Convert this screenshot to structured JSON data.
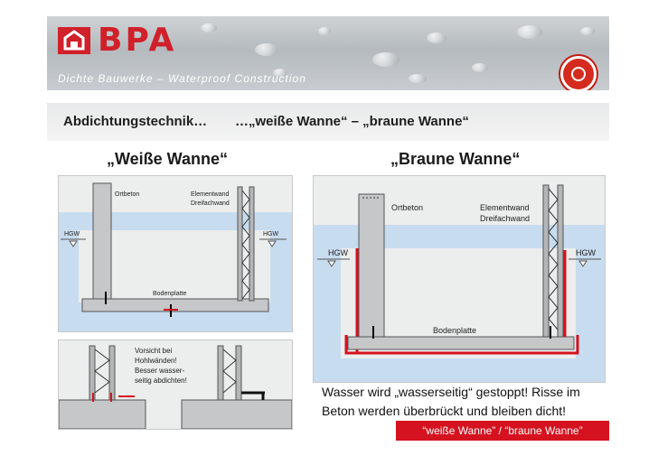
{
  "header": {
    "brand": "BPA",
    "tagline": "Dichte Bauwerke – Waterproof Construction"
  },
  "heading": {
    "left": "Abdichtungstechnik…",
    "right": "…„weiße Wanne“ – „braune Wanne“"
  },
  "weisse": {
    "title": "„Weiße Wanne“",
    "ortbeton": "Ortbeton",
    "elementwand_1": "Elementwand",
    "elementwand_2": "Dreifachwand",
    "hgw_left": "HGW",
    "hgw_right": "HGW",
    "bodenplatte": "Bodenplatte",
    "note_1": "Vorsicht bei",
    "note_2": "Hohlwänden!",
    "note_3": "Besser wasser-",
    "note_4": "seitig abdichten!"
  },
  "braune": {
    "title": "„Braune Wanne“",
    "ortbeton": "Ortbeton",
    "elementwand_1": "Elementwand",
    "elementwand_2": "Dreifachwand",
    "hgw_left": "HGW",
    "hgw_right": "HGW",
    "bodenplatte": "Bodenplatte"
  },
  "caption": {
    "line1": "Wasser wird „wasserseitig“ gestoppt! Risse im",
    "line2": "Beton werden überbrückt und bleiben dicht!",
    "label": "“weiße Wanne” / “braune Wanne”"
  },
  "colors": {
    "accent_red": "#d5121f",
    "water_blue": "#b9d4ea",
    "concrete": "#c7c9cb"
  }
}
